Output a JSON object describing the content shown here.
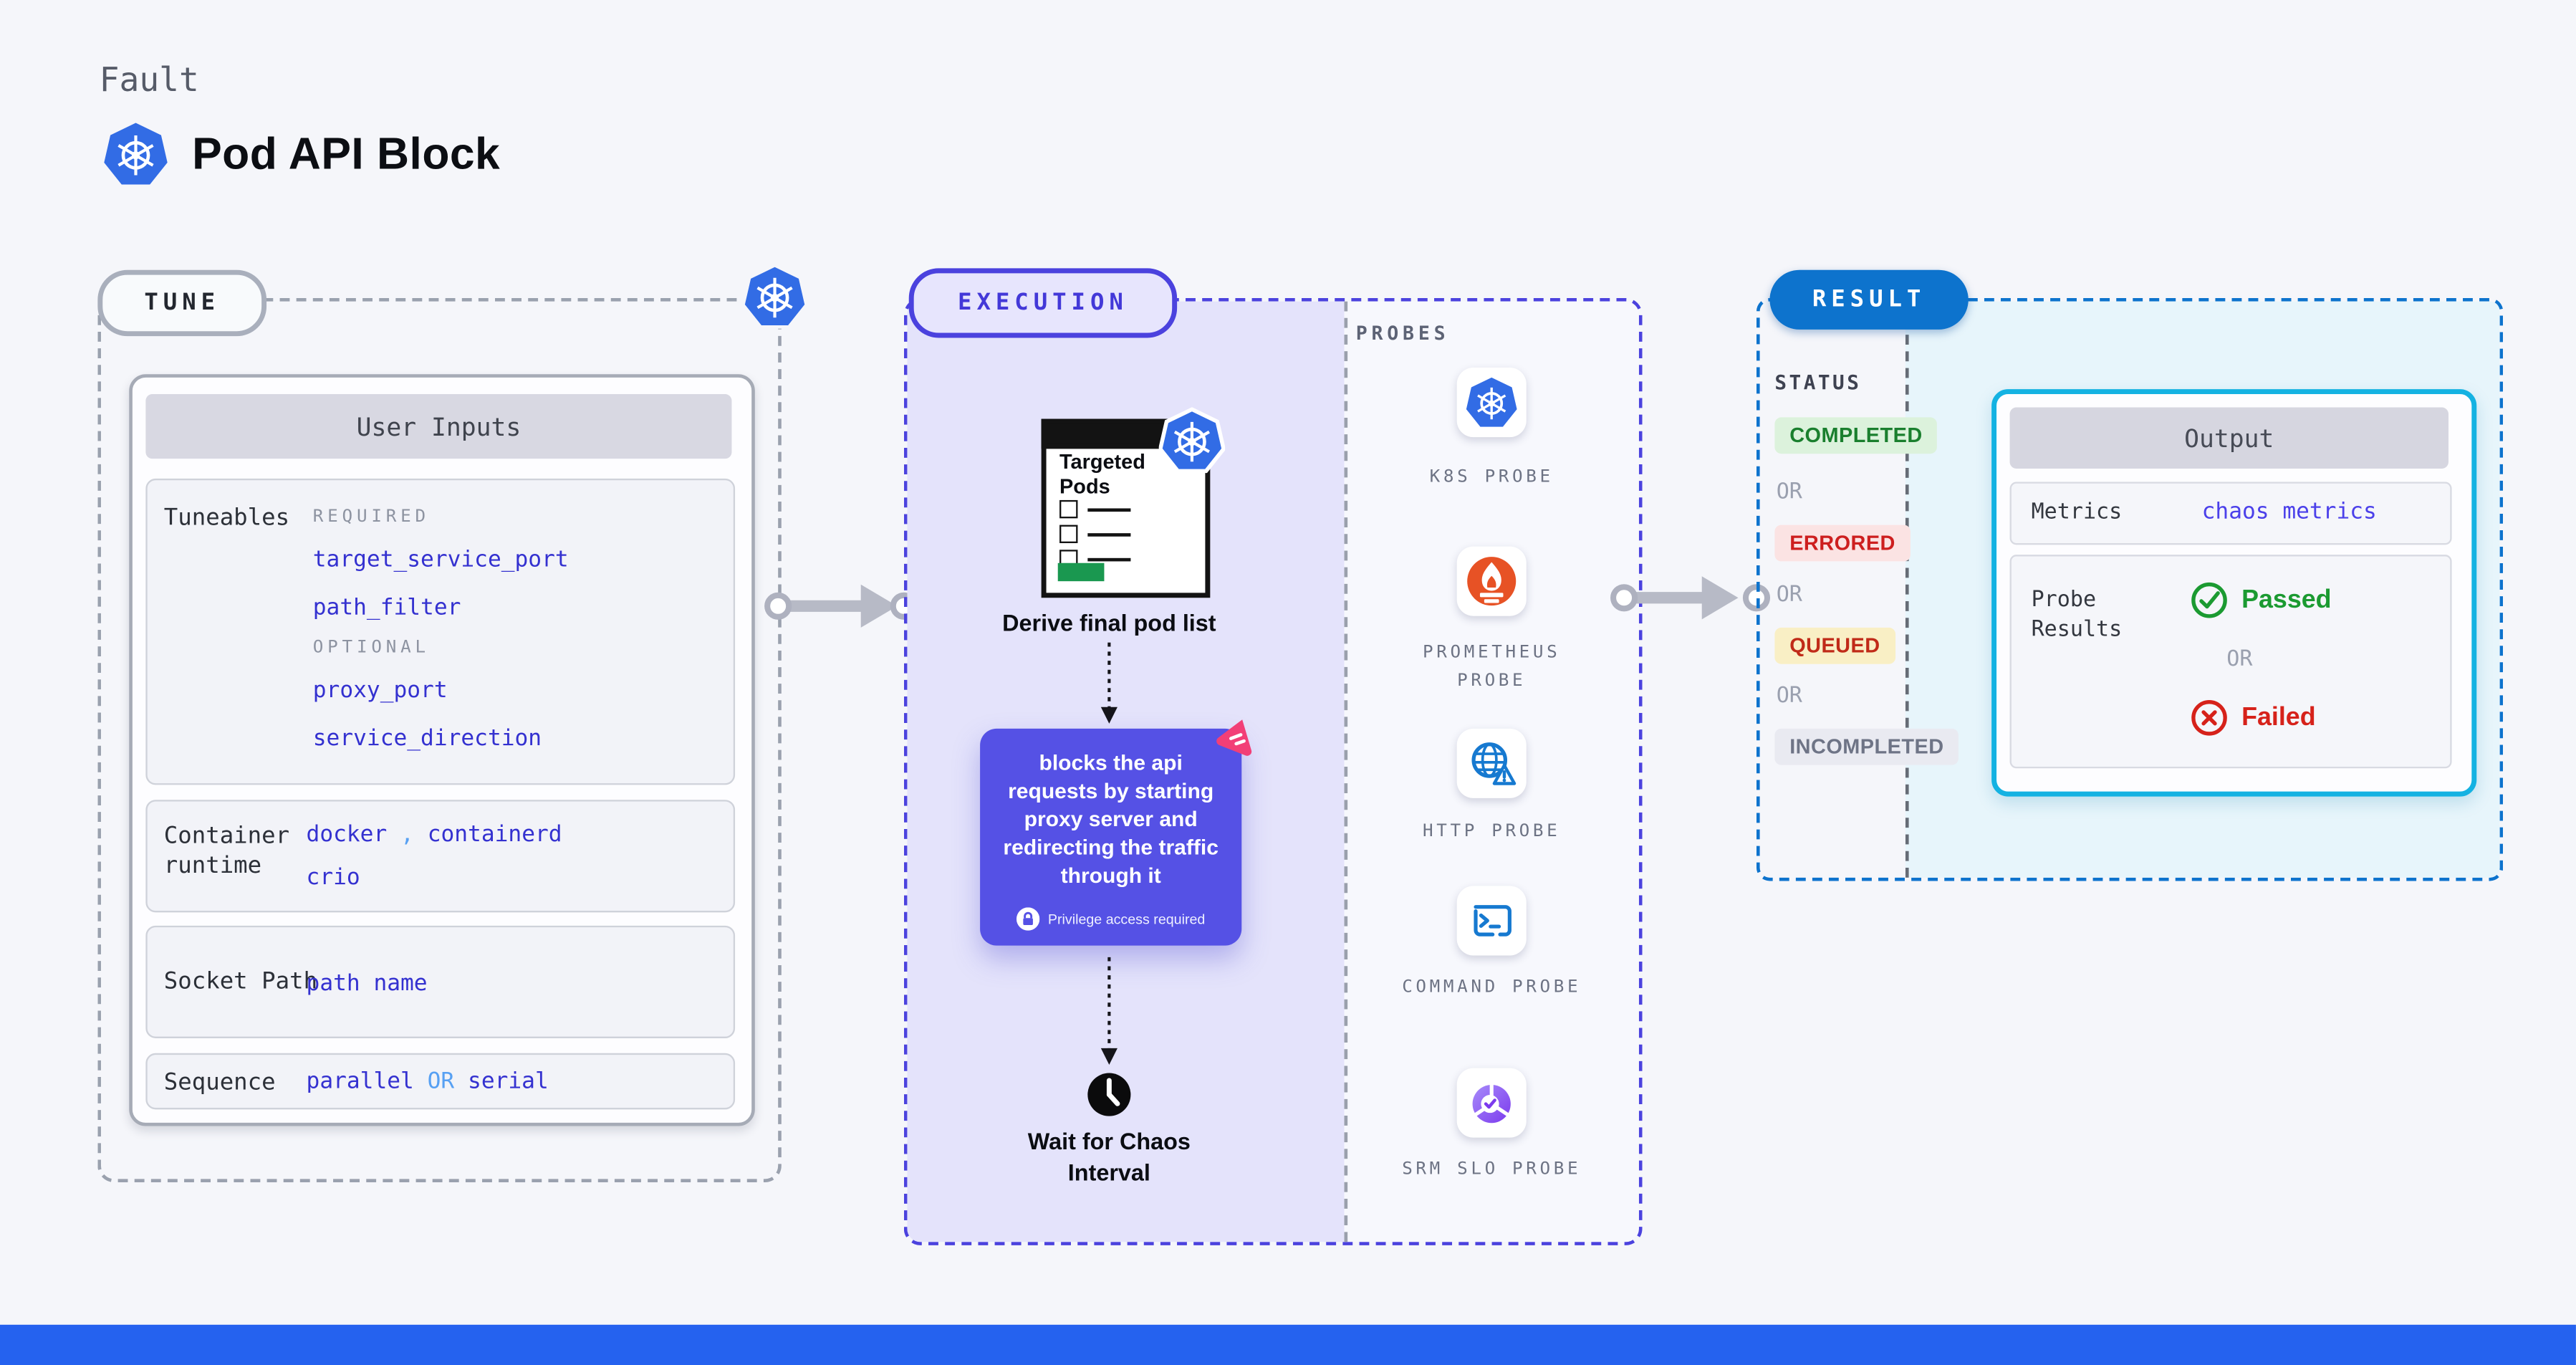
{
  "page": {
    "kicker": "Fault",
    "title": "Pod API Block"
  },
  "tune": {
    "badge": "TUNE",
    "user_inputs": {
      "title": "User Inputs",
      "tuneables": {
        "label": "Tuneables",
        "required_label": "REQUIRED",
        "required": [
          "target_service_port",
          "path_filter"
        ],
        "optional_label": "OPTIONAL",
        "optional": [
          "proxy_port",
          "service_direction"
        ]
      },
      "container_runtime": {
        "label": "Container runtime",
        "values": [
          "docker",
          "containerd",
          "crio"
        ],
        "separator": ","
      },
      "socket_path": {
        "label": "Socket Path",
        "value": "path name"
      },
      "sequence": {
        "label": "Sequence",
        "value_a": "parallel",
        "or": "OR",
        "value_b": "serial"
      }
    }
  },
  "execution": {
    "badge": "EXECUTION",
    "targeted_pods_title": "Targeted Pods",
    "derive_label": "Derive final pod list",
    "action": {
      "text": "blocks the api requests by starting proxy server and redirecting the traffic through it",
      "privilege": "Privilege access required"
    },
    "wait_label": "Wait for Chaos Interval",
    "probes": {
      "title": "PROBES",
      "items": [
        {
          "label": "K8S PROBE",
          "icon": "kubernetes-icon"
        },
        {
          "label": "PROMETHEUS PROBE",
          "icon": "prometheus-icon"
        },
        {
          "label": "HTTP PROBE",
          "icon": "http-globe-icon"
        },
        {
          "label": "COMMAND PROBE",
          "icon": "terminal-icon"
        },
        {
          "label": "SRM SLO PROBE",
          "icon": "slo-pie-icon"
        }
      ]
    }
  },
  "result": {
    "badge": "RESULT",
    "status": {
      "label": "STATUS",
      "or": "OR",
      "items": [
        {
          "label": "COMPLETED",
          "fg": "#1a7f2e",
          "bg": "#dcf2dc"
        },
        {
          "label": "ERRORED",
          "fg": "#cd1f1f",
          "bg": "#fbe3e3"
        },
        {
          "label": "QUEUED",
          "fg": "#c02a18",
          "bg": "#f9efc5"
        },
        {
          "label": "INCOMPLETED",
          "fg": "#6e7486",
          "bg": "#e9eaf1"
        }
      ]
    },
    "output": {
      "title": "Output",
      "metrics_label": "Metrics",
      "metrics_value": "chaos metrics",
      "probe_label": "Probe Results",
      "passed": "Passed",
      "or": "OR",
      "failed": "Failed"
    }
  },
  "colors": {
    "accent_indigo": "#4b42de",
    "value_indigo": "#3431d0",
    "or_blue": "#57a0f3",
    "result_blue": "#0d73cd",
    "output_border_cyan": "#14b2e2",
    "k8s_blue": "#326ce5",
    "prometheus_orange": "#e75225",
    "probe_blue": "#1679d0",
    "srm_purple": "#7c3aed",
    "action_purple": "#5551e5",
    "chaos_pink": "#f23f77",
    "passed_green": "#1b9a31",
    "failed_red": "#d6221a",
    "bottom_bar_blue": "#2562ef",
    "execution_bg": "#e4e3fb",
    "result_panel_bg": "#e7f5fb"
  }
}
